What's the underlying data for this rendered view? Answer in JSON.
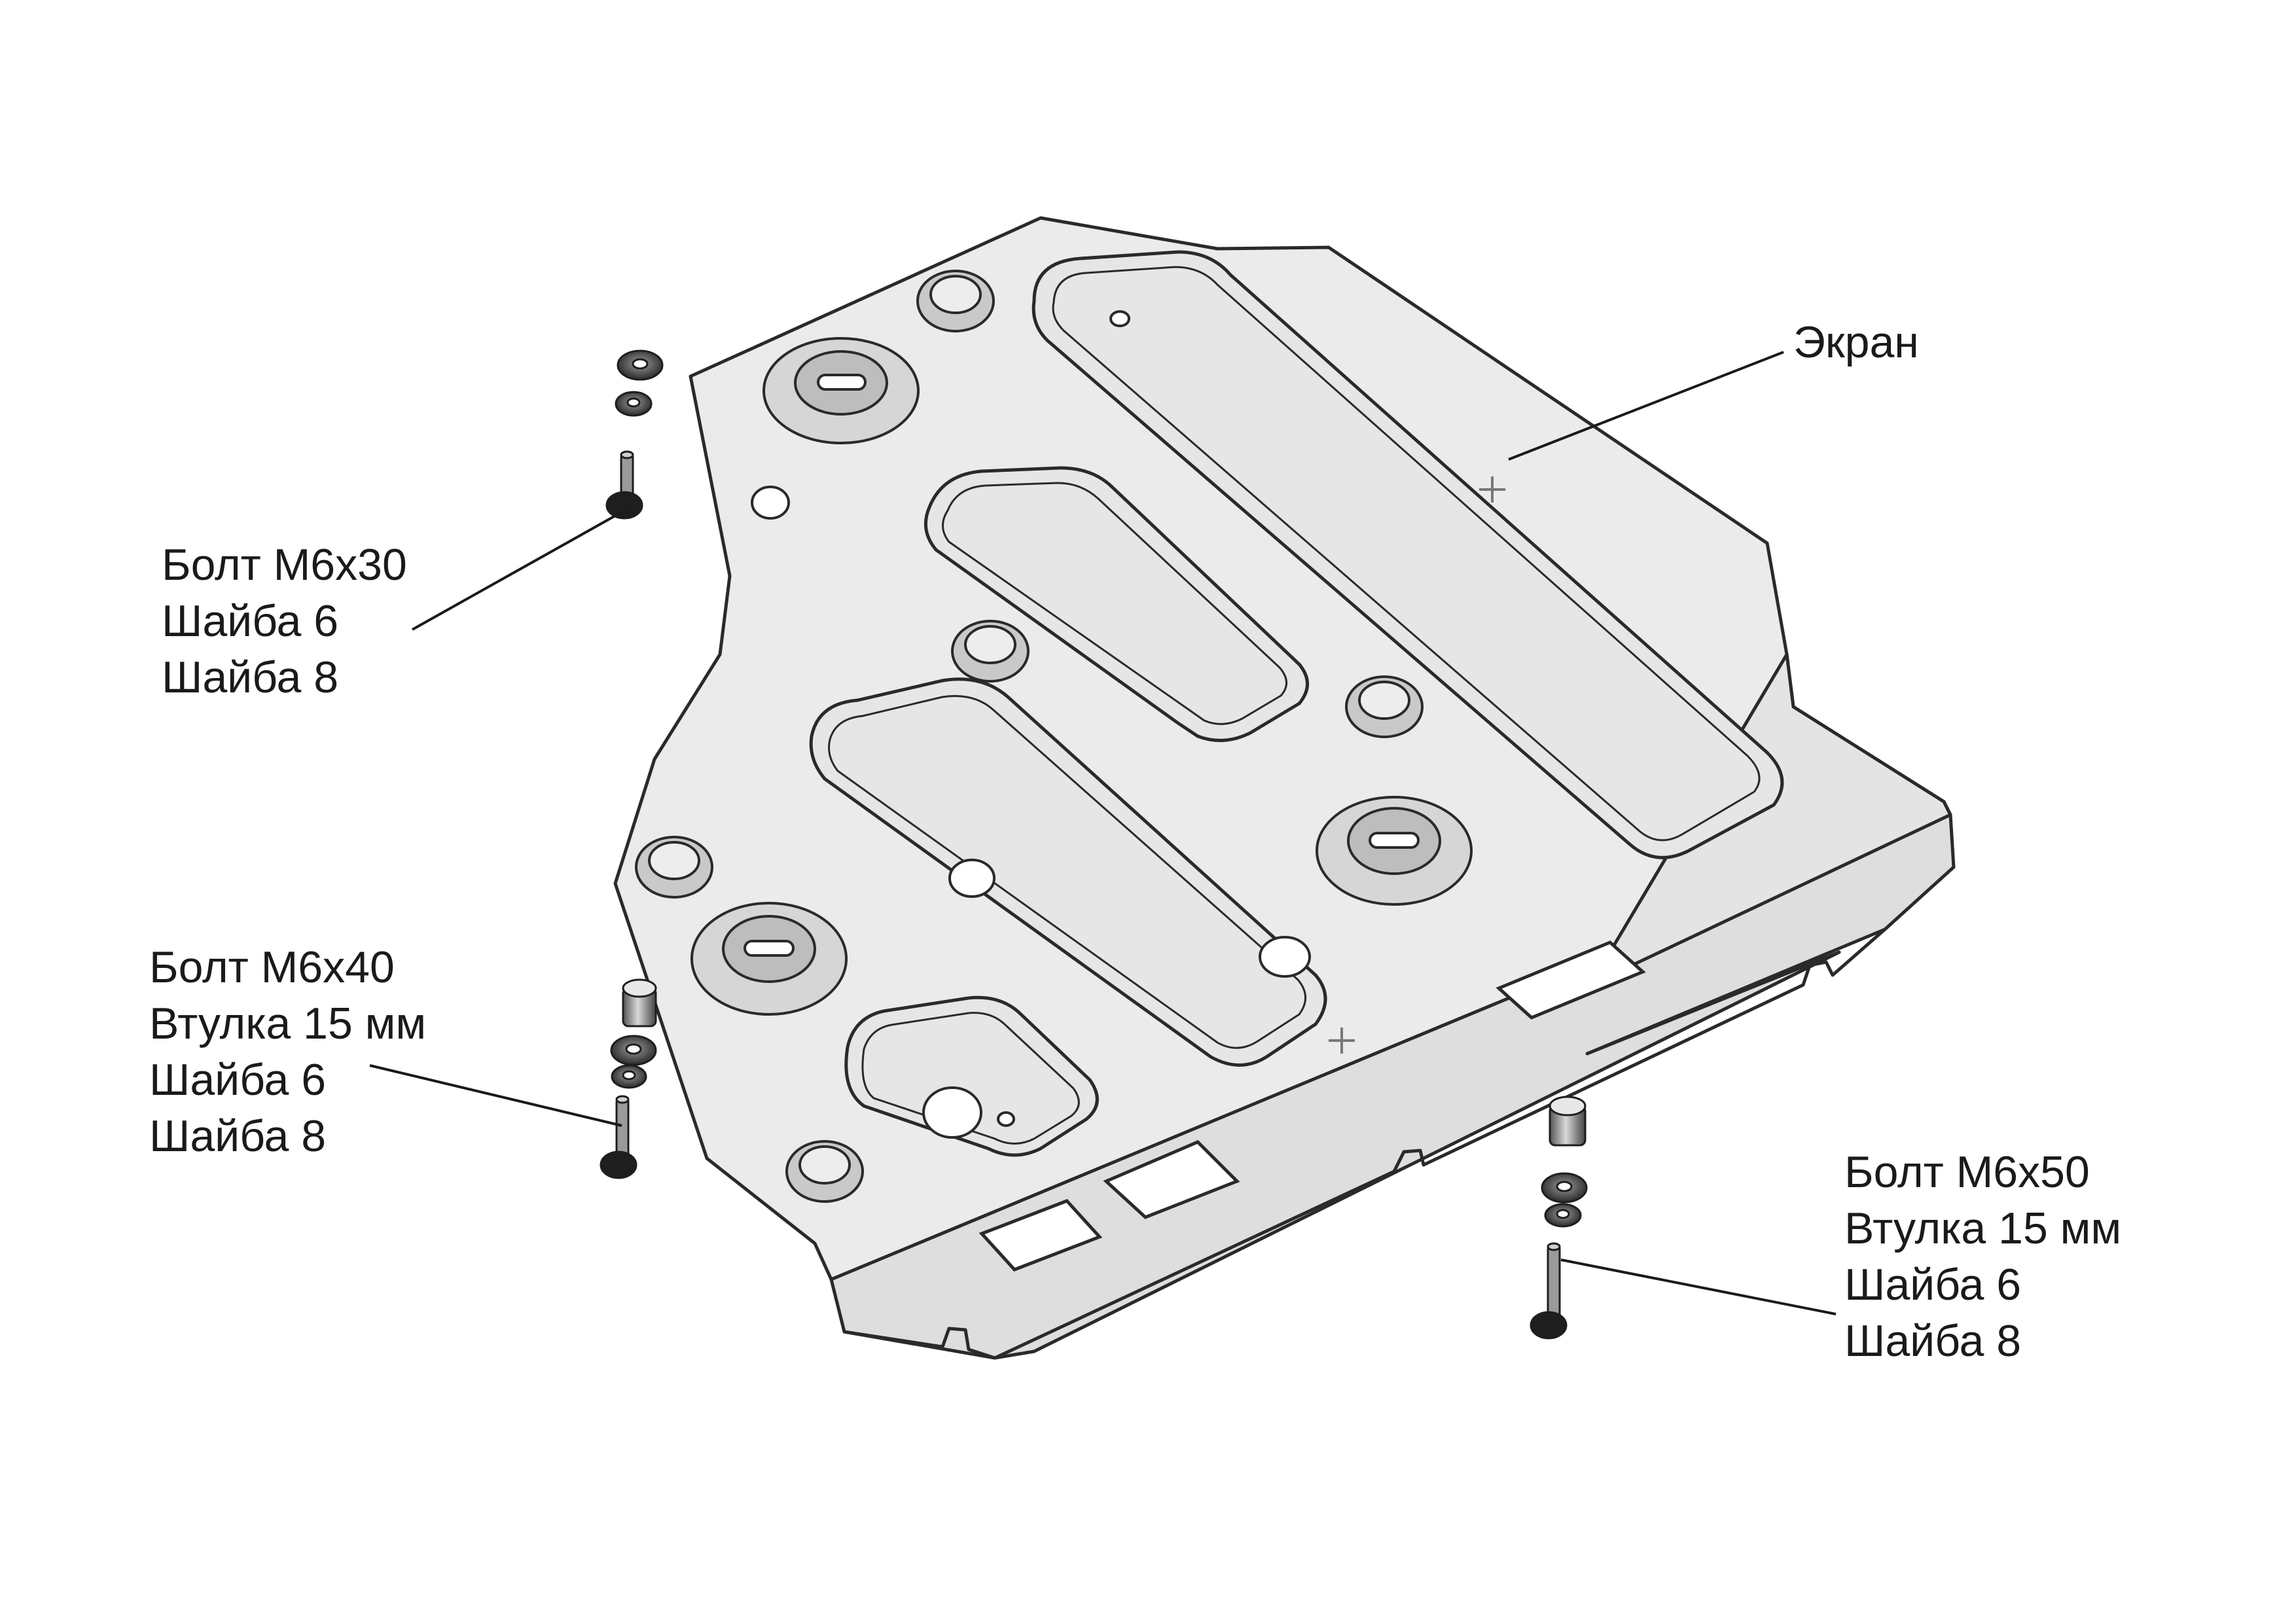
{
  "labels": {
    "screen": "Экран",
    "group1": [
      "Болт М6х30",
      "Шайба 6",
      "Шайба 8"
    ],
    "group2": [
      "Болт М6х40",
      "Втулка 15 мм",
      "Шайба 6",
      "Шайба 8"
    ],
    "group3": [
      "Болт М6х50",
      "Втулка 15 мм",
      "Шайба 6",
      "Шайба 8"
    ]
  },
  "colors": {
    "plate_fill": "#ebebeb",
    "plate_front": "#dcdcdc",
    "outline": "#2a2a2a",
    "hardware_dark": "#1e1e1e",
    "text": "#1a1a1a"
  }
}
